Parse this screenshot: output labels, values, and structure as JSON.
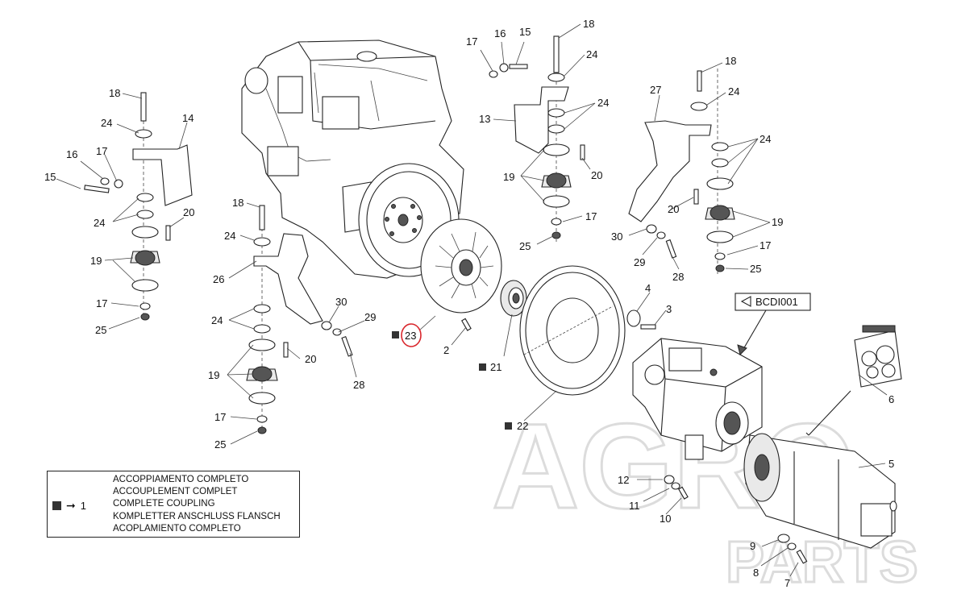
{
  "watermark": {
    "line1": "AGRO",
    "line2": "PARTS"
  },
  "callouts": {
    "c1": "1",
    "c2": "2",
    "c3": "3",
    "c4": "4",
    "c5": "5",
    "c6": "6",
    "c7": "7",
    "c8": "8",
    "c9": "9",
    "c10": "10",
    "c11": "11",
    "c12": "12",
    "c13": "13",
    "c14": "14",
    "c15": "15",
    "c16": "16",
    "c17": "17",
    "c18": "18",
    "c19": "19",
    "c20": "20",
    "c21": "21",
    "c22": "22",
    "c23": "23",
    "c24": "24",
    "c25": "25",
    "c26": "26",
    "c27": "27",
    "c28": "28",
    "c29": "29",
    "c30": "30"
  },
  "reference_box": {
    "label": "BCDI001"
  },
  "highlight": {
    "part": "23",
    "color": "#d9262c"
  },
  "legend": {
    "ref_number": "1",
    "lines": [
      "ACCOPPIAMENTO COMPLETO",
      "ACCOUPLEMENT COMPLET",
      "COMPLETE COUPLING",
      "KOMPLETTER ANSCHLUSS FLANSCH",
      "ACOPLAMIENTO COMPLETO"
    ]
  }
}
